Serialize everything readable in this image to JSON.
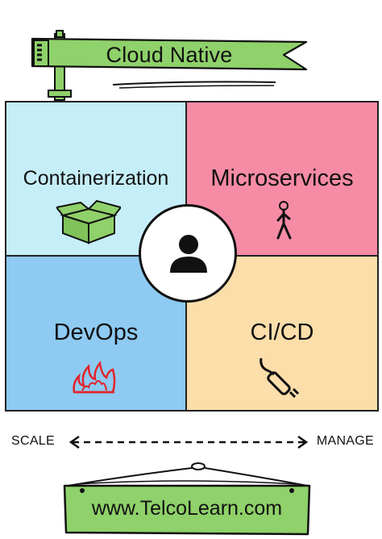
{
  "banner": {
    "title": "Cloud Native"
  },
  "quadrants": {
    "top_left": {
      "label": "Containerization",
      "color": "#c6eef8",
      "icon": "box-icon"
    },
    "top_right": {
      "label": "Microservices",
      "color": "#f58ba5",
      "icon": "stick-figure-icon"
    },
    "bottom_left": {
      "label": "DevOps",
      "color": "#8ecaf2",
      "icon": "fire-icon"
    },
    "bottom_right": {
      "label": "CI/CD",
      "color": "#fbdeaa",
      "icon": "plug-icon"
    }
  },
  "center": {
    "icon": "user-icon"
  },
  "scale_row": {
    "left": "SCALE",
    "right": "MANAGE"
  },
  "footer": {
    "url": "www.TelcoLearn.com",
    "color": "#8fd16a"
  },
  "colors": {
    "flag_green": "#8fd16a",
    "outline": "#111111"
  }
}
